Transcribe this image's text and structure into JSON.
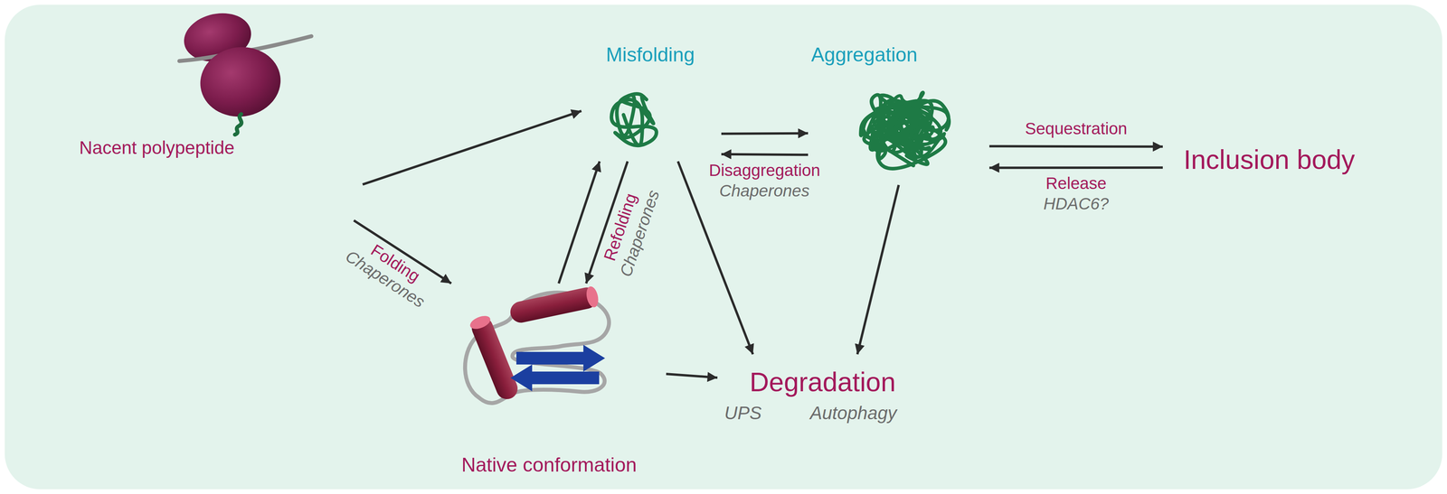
{
  "diagram": {
    "nodes": [
      {
        "text": [
          "Nacent polypeptide"
        ]
      },
      {
        "text": [
          "Misfolding"
        ]
      },
      {
        "text": [
          "Aggregation"
        ]
      },
      {
        "text": [
          "Inclusion body"
        ]
      },
      {
        "text": [
          "Native conformation"
        ]
      },
      {
        "text": [
          "Degradation",
          "UPS",
          "Autophagy"
        ]
      }
    ],
    "edges": [
      {
        "from": 0,
        "to": 1,
        "arrow": "to"
      },
      {
        "from": 0,
        "to": 4,
        "arrow": "to",
        "label": "Folding"
      },
      {
        "from": 1,
        "to": 2,
        "arrow": "to"
      },
      {
        "from": 2,
        "to": 1,
        "arrow": "to",
        "label": "Disaggregation"
      },
      {
        "from": 2,
        "to": 3,
        "arrow": "to",
        "label": "Sequestration"
      },
      {
        "from": 3,
        "to": 2,
        "arrow": "to",
        "label": "Release"
      },
      {
        "from": 4,
        "to": 1,
        "arrow": "to"
      },
      {
        "from": 1,
        "to": 4,
        "arrow": "to",
        "label": "Refolding"
      },
      {
        "from": 1,
        "to": 5,
        "arrow": "to"
      },
      {
        "from": 2,
        "to": 5,
        "arrow": "to"
      },
      {
        "from": 4,
        "to": 5,
        "arrow": "to"
      }
    ],
    "labels": [
      "Chaperones",
      "Chaperones",
      "Chaperones",
      "HDAC6?"
    ]
  }
}
